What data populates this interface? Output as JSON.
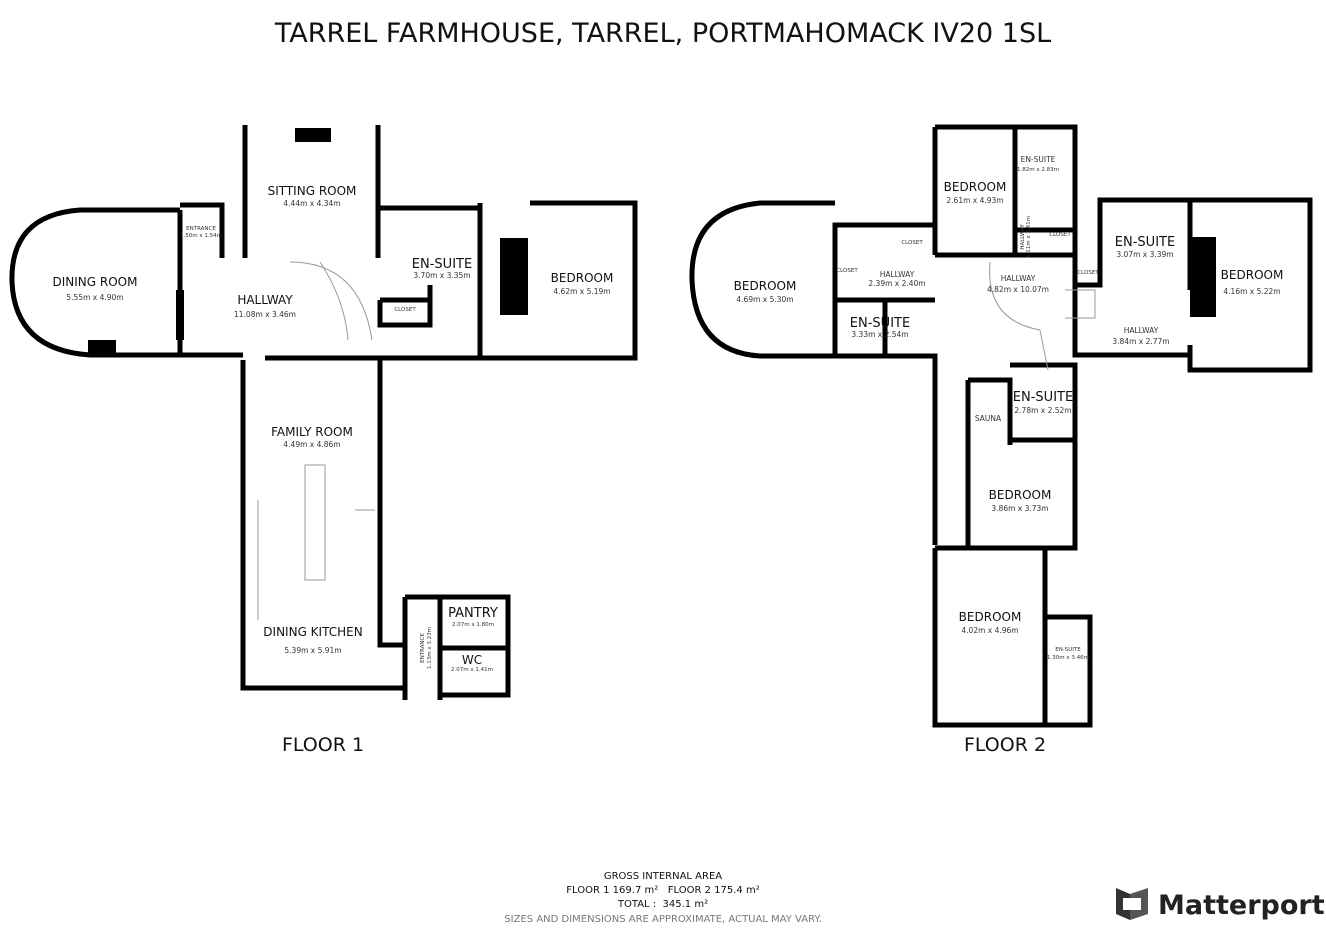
{
  "title": "TARREL FARMHOUSE, TARREL, PORTMAHOMACK IV20 1SL",
  "floor1": {
    "label": "FLOOR 1",
    "rooms": [
      {
        "name": "DINING ROOM",
        "dims": "5.55m x 4.90m"
      },
      {
        "name": "ENTRANCE",
        "dims": "1.50m x 1.54m"
      },
      {
        "name": "SITTING ROOM",
        "dims": "4.44m x 4.34m"
      },
      {
        "name": "HALLWAY",
        "dims": "11.08m x 3.46m"
      },
      {
        "name": "EN-SUITE",
        "dims": "3.70m x 3.35m"
      },
      {
        "name": "CLOSET",
        "dims": ""
      },
      {
        "name": "BEDROOM",
        "dims": "4.62m x 5.19m"
      },
      {
        "name": "FAMILY ROOM",
        "dims": "4.49m x 4.86m"
      },
      {
        "name": "DINING KITCHEN",
        "dims": "5.39m x 5.91m"
      },
      {
        "name": "ENTRANCE",
        "dims": "1.13m x 3.23m"
      },
      {
        "name": "PANTRY",
        "dims": "2.07m x 1.80m"
      },
      {
        "name": "WC",
        "dims": "2.07m x 1.41m"
      }
    ]
  },
  "floor2": {
    "label": "FLOOR 2",
    "rooms": [
      {
        "name": "BEDROOM",
        "dims": "4.69m x 5.30m"
      },
      {
        "name": "CLOSET",
        "dims": ""
      },
      {
        "name": "CLOSET",
        "dims": ""
      },
      {
        "name": "HALLWAY",
        "dims": "2.39m x 2.40m"
      },
      {
        "name": "EN-SUITE",
        "dims": "3.33m x 2.54m"
      },
      {
        "name": "BEDROOM",
        "dims": "2.61m x 4.93m"
      },
      {
        "name": "EN-SUITE",
        "dims": "1.82m x 2.83m"
      },
      {
        "name": "HALLWAY",
        "dims": "1.11m x 3.41m"
      },
      {
        "name": "CLOSET",
        "dims": ""
      },
      {
        "name": "HALLWAY",
        "dims": "4.82m x 10.07m"
      },
      {
        "name": "CLOSET",
        "dims": ""
      },
      {
        "name": "EN-SUITE",
        "dims": "3.07m x 3.39m"
      },
      {
        "name": "BEDROOM",
        "dims": "4.16m x 5.22m"
      },
      {
        "name": "HALLWAY",
        "dims": "3.84m x 2.77m"
      },
      {
        "name": "SAUNA",
        "dims": ""
      },
      {
        "name": "EN-SUITE",
        "dims": "2.78m x 2.52m"
      },
      {
        "name": "BEDROOM",
        "dims": "3.86m x 3.73m"
      },
      {
        "name": "BEDROOM",
        "dims": "4.02m x 4.96m"
      },
      {
        "name": "EN-SUITE",
        "dims": "1.30m x 3.46m"
      }
    ]
  },
  "footer": {
    "heading": "GROSS INTERNAL AREA",
    "areas": "FLOOR 1 169.7 m²   FLOOR 2 175.4 m²",
    "total": "TOTAL :  345.1 m²",
    "disclaimer": "SIZES AND DIMENSIONS ARE APPROXIMATE, ACTUAL MAY VARY."
  },
  "brand": {
    "name": "Matterport"
  }
}
